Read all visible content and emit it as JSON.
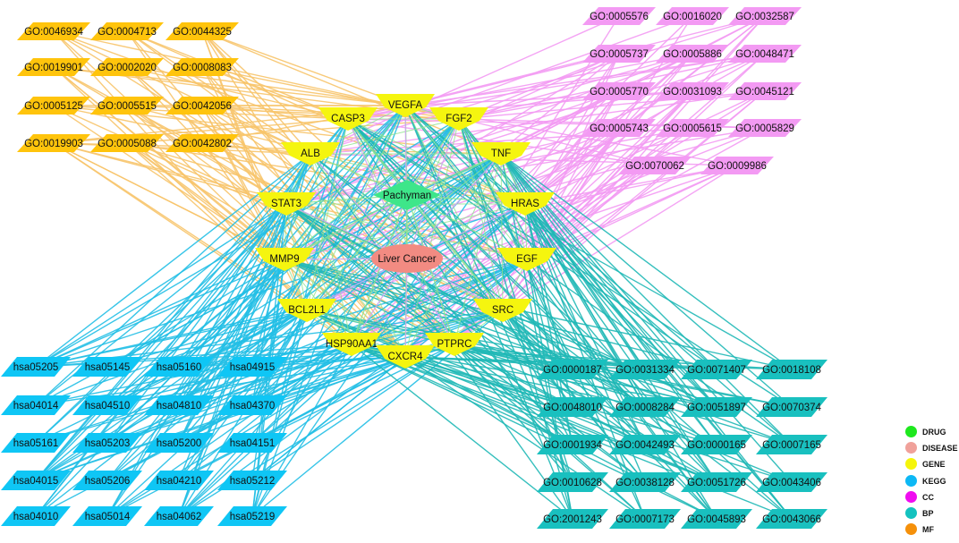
{
  "hub_nodes": {
    "drug": "Pachyman",
    "disease": "Liver Cancer"
  },
  "genes": [
    "VEGFA",
    "CASP3",
    "FGF2",
    "ALB",
    "TNF",
    "STAT3",
    "HRAS",
    "MMP9",
    "EGF",
    "BCL2L1",
    "SRC",
    "HSP90AA1",
    "PTPRC",
    "CXCR4"
  ],
  "mf_terms": [
    [
      "GO:0046934",
      "GO:0004713",
      "GO:0044325"
    ],
    [
      "GO:0019901",
      "GO:0002020",
      "GO:0008083"
    ],
    [
      "GO:0005125",
      "GO:0005515",
      "GO:0042056"
    ],
    [
      "GO:0019903",
      "GO:0005088",
      "GO:0042802"
    ]
  ],
  "cc_terms": [
    [
      "GO:0005576",
      "GO:0016020",
      "GO:0032587"
    ],
    [
      "GO:0005737",
      "GO:0005886",
      "GO:0048471"
    ],
    [
      "GO:0005770",
      "GO:0031093",
      "GO:0045121"
    ],
    [
      "GO:0005743",
      "GO:0005615",
      "GO:0005829"
    ],
    [
      "GO:0070062",
      "GO:0009986"
    ]
  ],
  "kegg_terms": [
    [
      "hsa05205",
      "hsa05145",
      "hsa05160",
      "hsa04915"
    ],
    [
      "hsa04014",
      "hsa04510",
      "hsa04810",
      "hsa04370"
    ],
    [
      "hsa05161",
      "hsa05203",
      "hsa05200",
      "hsa04151"
    ],
    [
      "hsa04015",
      "hsa05206",
      "hsa04210",
      "hsa05212"
    ],
    [
      "hsa04010",
      "hsa05014",
      "hsa04062",
      "hsa05219"
    ]
  ],
  "bp_terms": [
    [
      "GO:0000187",
      "GO:0031334",
      "GO:0071407",
      "GO:0018108"
    ],
    [
      "GO:0048010",
      "GO:0008284",
      "GO:0051897",
      "GO:0070374"
    ],
    [
      "GO:0001934",
      "GO:0042493",
      "GO:0000165",
      "GO:0007165"
    ],
    [
      "GO:0010628",
      "GO:0038128",
      "GO:0051726",
      "GO:0043406"
    ],
    [
      "GO:2001243",
      "GO:0007173",
      "GO:0045893",
      "GO:0043066"
    ]
  ],
  "legend": [
    {
      "label": "DRUG",
      "color": "#1ee81e"
    },
    {
      "label": "DISEASE",
      "color": "#f0a19a"
    },
    {
      "label": "GENE",
      "color": "#f5f50a"
    },
    {
      "label": "KEGG",
      "color": "#0cb8f5"
    },
    {
      "label": "CC",
      "color": "#f00cf0"
    },
    {
      "label": "BP",
      "color": "#14c2bf"
    },
    {
      "label": "MF",
      "color": "#f5900a"
    }
  ],
  "colors": {
    "mf_node": "#ffc40c",
    "mf_edge": "#f7c46a",
    "cc_node": "#f39af3",
    "cc_edge": "#f39af3",
    "kegg_node": "#0fc6f5",
    "kegg_edge": "#22bfe6",
    "bp_node": "#19c0bf",
    "bp_edge": "#1fb8b6",
    "gene_node": "#f5f50f",
    "drug_node": "#3ee68a",
    "disease_node": "#f28b82",
    "gene_edge": "#8fe28f",
    "hub_edge": "#cfa6ef"
  }
}
